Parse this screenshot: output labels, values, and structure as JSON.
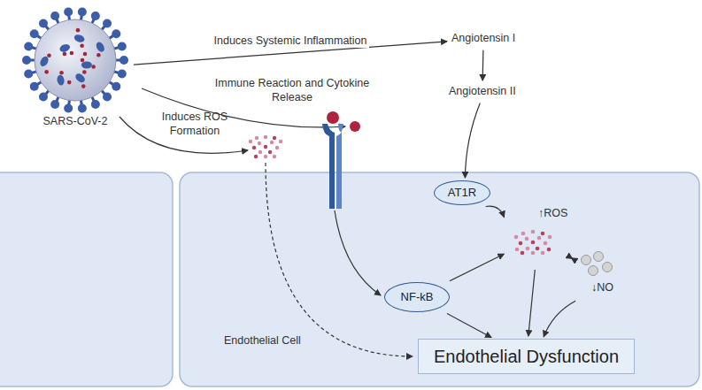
{
  "diagram": {
    "nodes": [
      {
        "text": [
          "SARS-CoV-2"
        ]
      },
      {
        "text": [
          "Angiotensin I"
        ]
      },
      {
        "text": [
          "Angiotensin II"
        ]
      },
      {
        "text": [
          "Endothelial Cell"
        ]
      },
      {
        "text": [
          "AT1R"
        ],
        "in": 3
      },
      {
        "text": [
          "NF-kB"
        ],
        "in": 3
      },
      {
        "text": [
          "↑ROS"
        ],
        "in": 3
      },
      {
        "text": [
          "↓NO"
        ],
        "in": 3
      },
      {
        "text": [
          "Endothelial Dysfunction"
        ],
        "in": 3
      }
    ],
    "edges": [
      {
        "from": 0,
        "to": 1,
        "label": "Induces Systemic Inflammation",
        "arrow": "to"
      },
      {
        "from": 1,
        "to": 2,
        "arrow": "to"
      },
      {
        "from": 2,
        "to": 4,
        "arrow": "to"
      },
      {
        "from": 4,
        "to": 6,
        "arrow": "to"
      },
      {
        "from": 5,
        "to": 6,
        "arrow": "to"
      },
      {
        "from": 5,
        "to": 8,
        "arrow": "to"
      },
      {
        "from": 6,
        "to": 7,
        "arrow": "both"
      },
      {
        "from": 6,
        "to": 8,
        "arrow": "to"
      },
      {
        "from": 7,
        "to": 8,
        "arrow": "to"
      }
    ],
    "labels": [
      "Immune Reaction and Cytokine Release",
      "Induces ROS Formation"
    ]
  }
}
